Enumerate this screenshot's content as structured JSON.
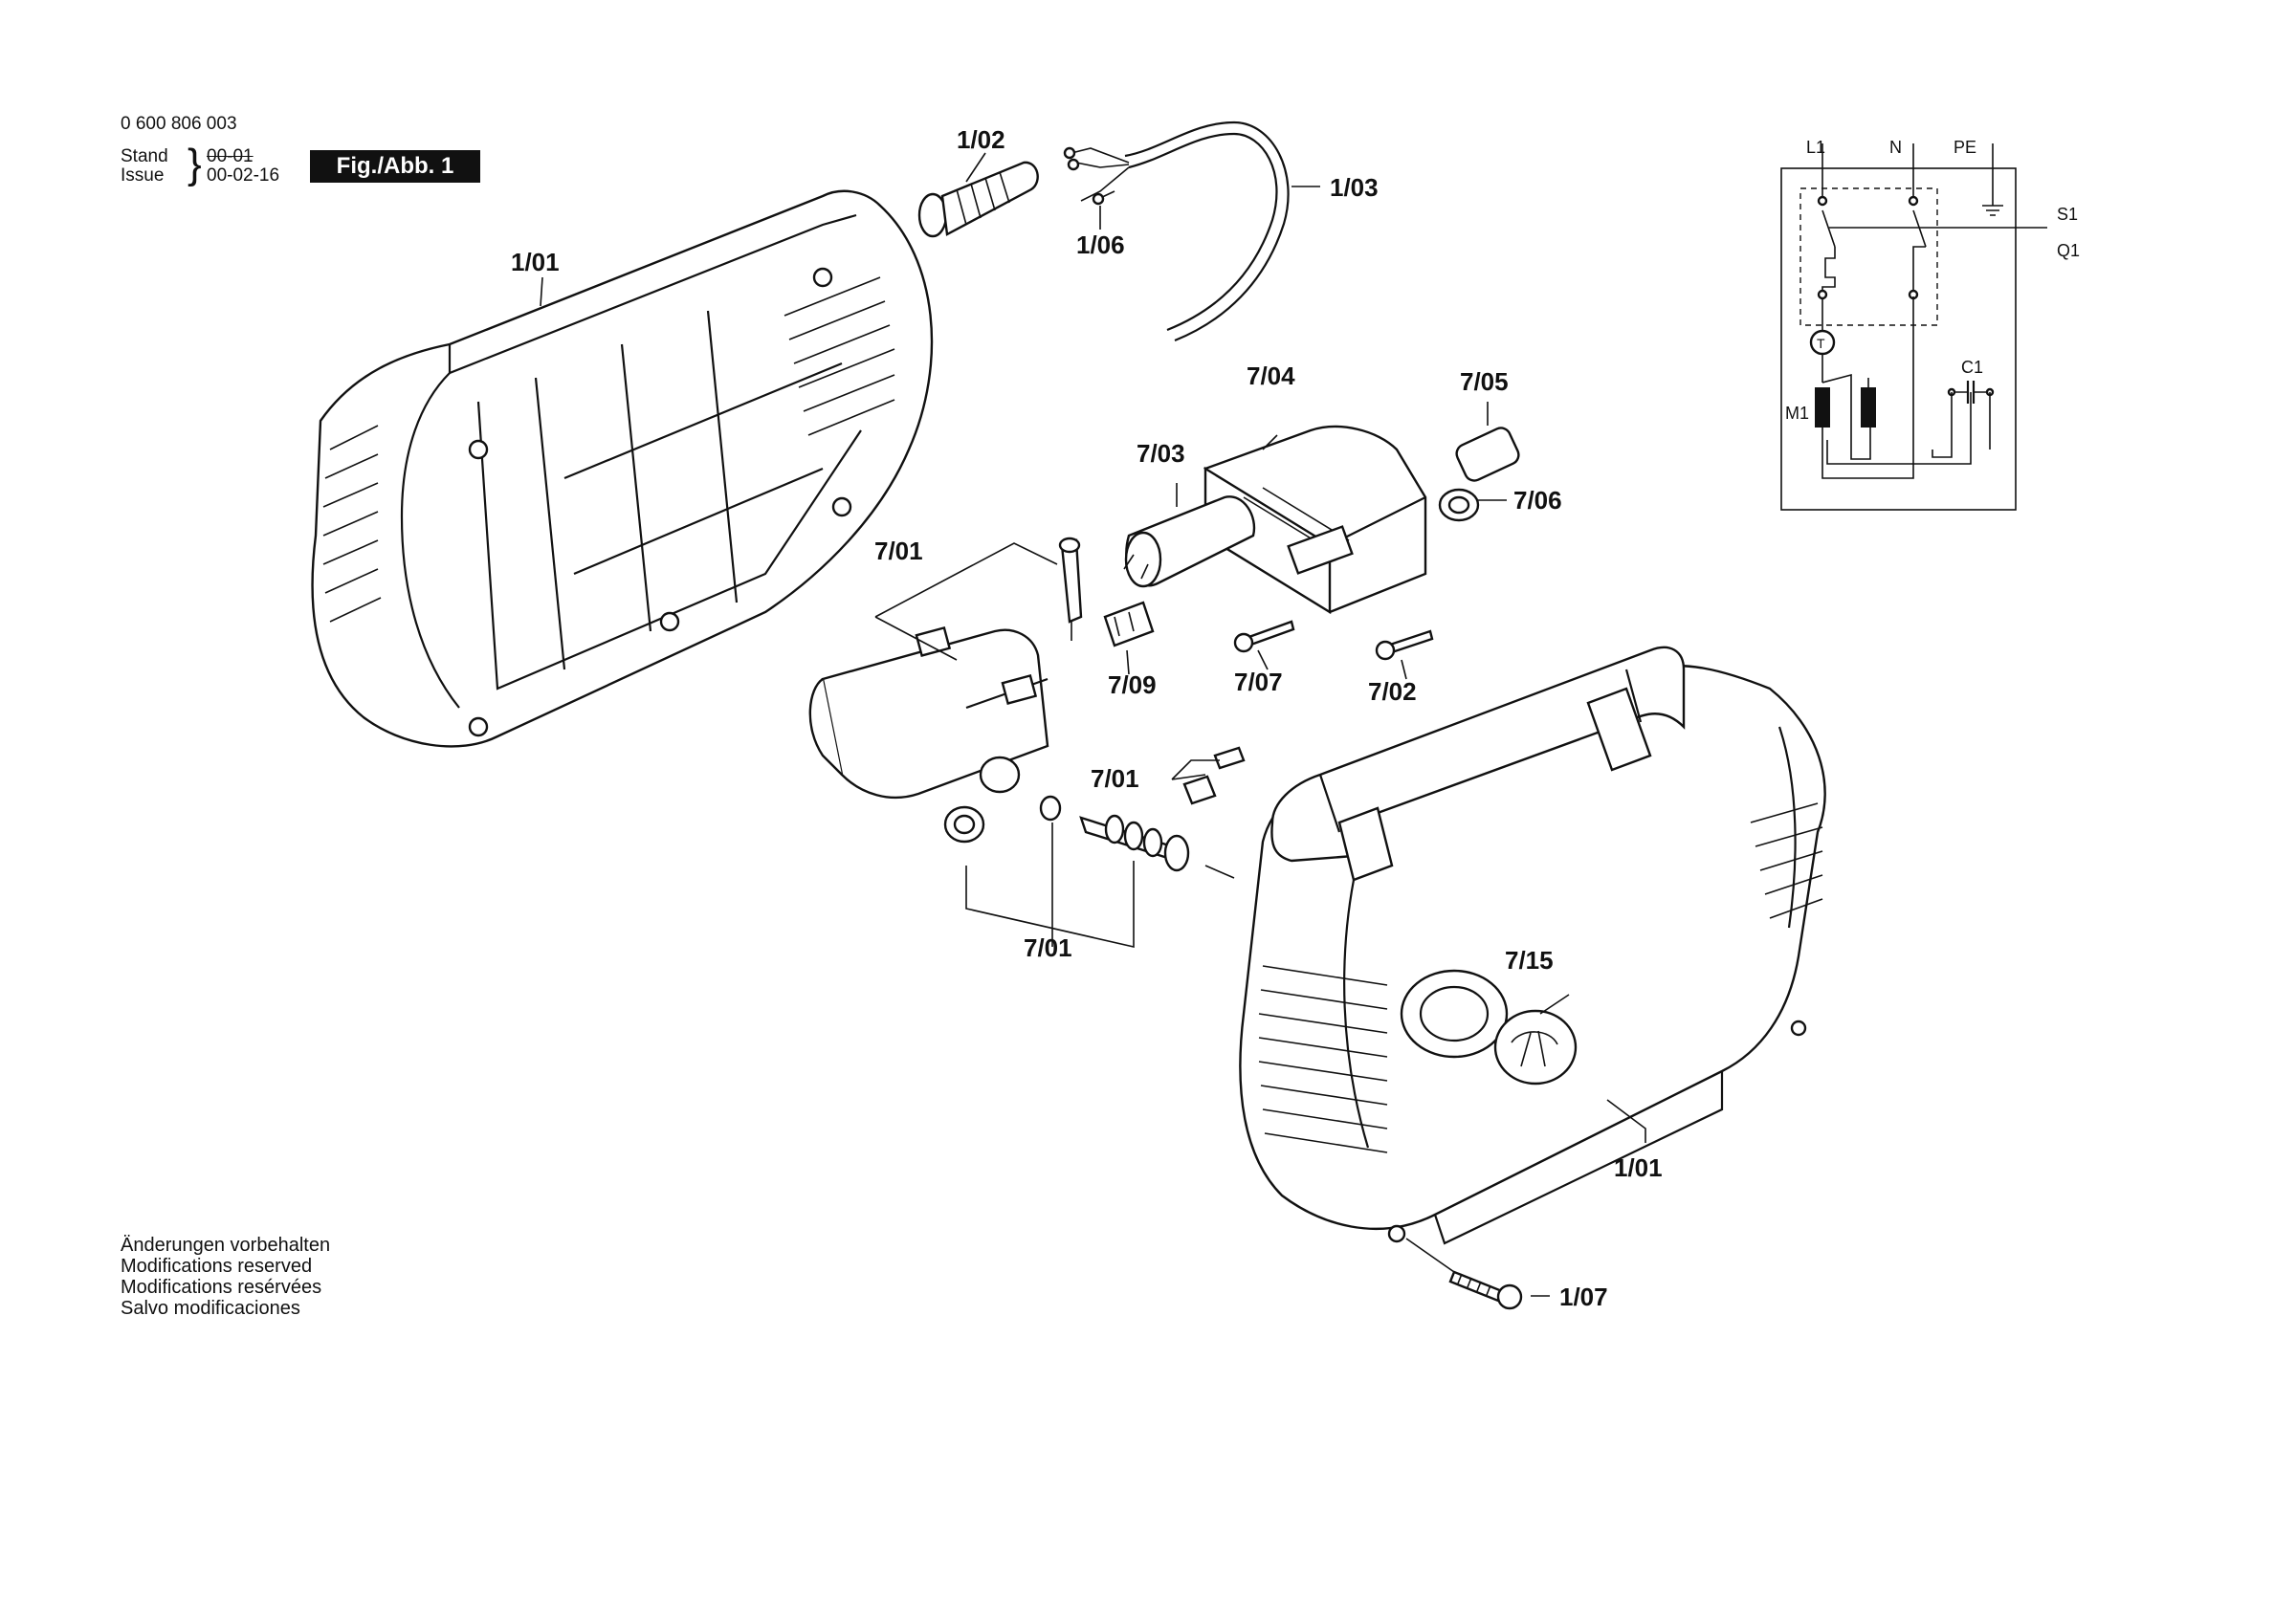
{
  "header": {
    "part_number": "0 600 806 003",
    "stand_label": "Stand",
    "issue_label": "Issue",
    "stand_value": "00-01",
    "issue_value": "00-02-16",
    "figure_label": "Fig./Abb. 1"
  },
  "callouts": {
    "housing_left": "1/01",
    "housing_right": "1/01",
    "cable_sleeve": "1/02",
    "power_cable": "1/03",
    "cable_clamp": "1/06",
    "screw_bottom": "1/07",
    "pump_top": "7/01",
    "pump_valve": "7/01",
    "pump_seals": "7/01",
    "screw_mid": "7/02",
    "capacitor": "7/03",
    "motor_cover": "7/04",
    "gasket": "7/05",
    "grommet": "7/06",
    "screw_small": "7/07",
    "switch_block": "7/09",
    "knob": "7/15"
  },
  "schematic": {
    "labels": {
      "l1": "L1",
      "n": "N",
      "pe": "PE",
      "s1": "S1",
      "q1": "Q1",
      "c1": "C1",
      "m1": "M1",
      "t": "T"
    }
  },
  "notes": [
    "Änderungen vorbehalten",
    "Modifications reserved",
    "Modifications resérvées",
    "Salvo modificaciones"
  ]
}
